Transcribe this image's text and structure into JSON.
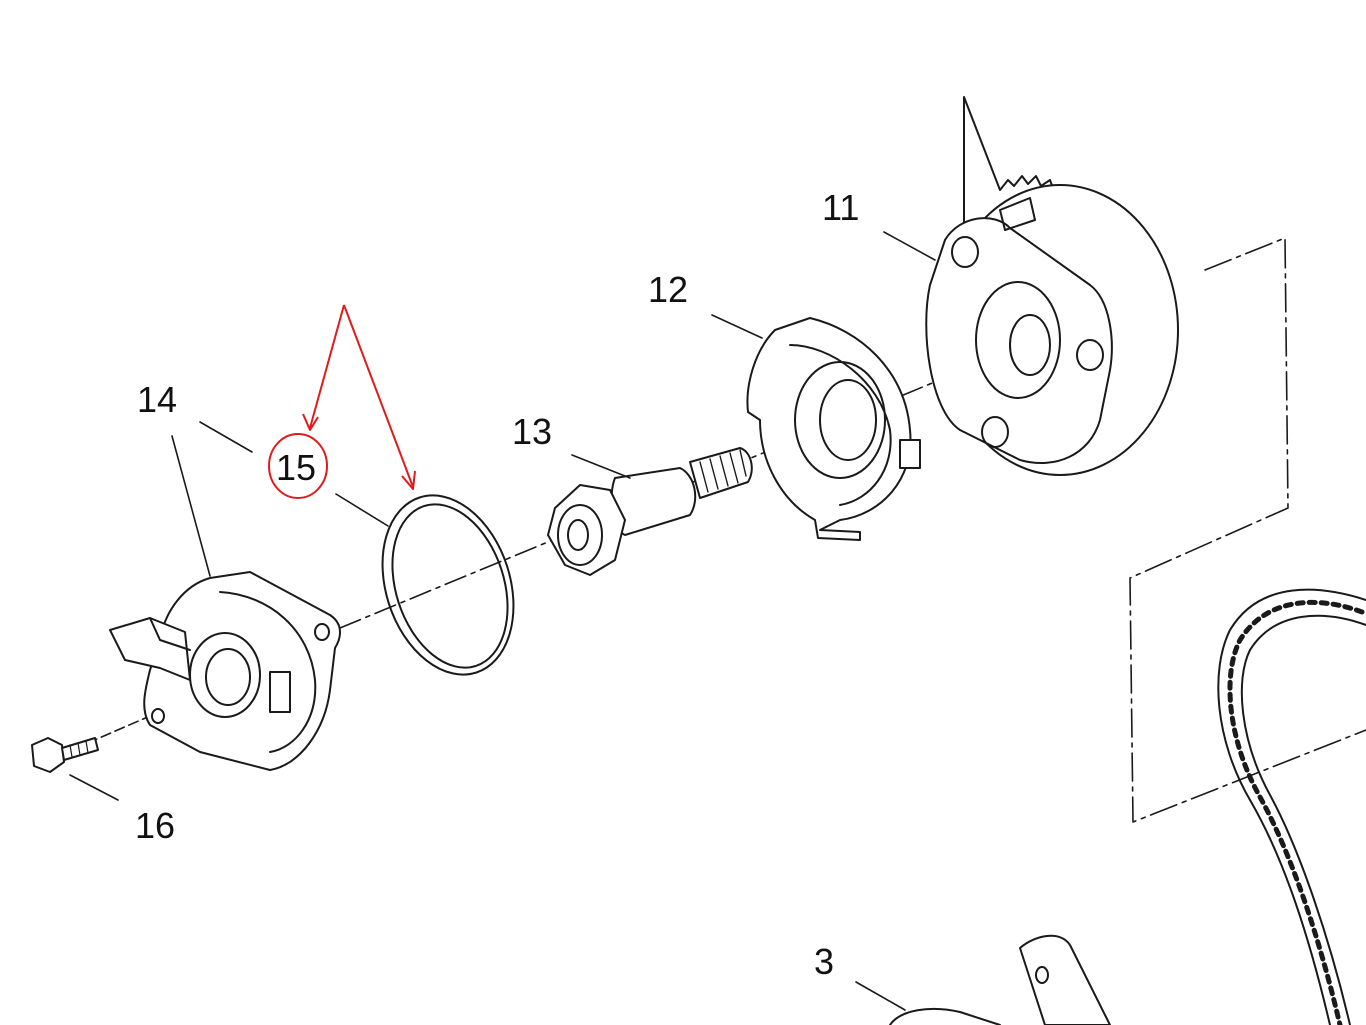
{
  "labels": {
    "part_11": "11",
    "part_12": "12",
    "part_13": "13",
    "part_14": "14",
    "part_15": "15",
    "part_16": "16",
    "part_3": "3"
  },
  "colors": {
    "line": "#1a1a1a",
    "highlight": "#e01b1b",
    "background": "#ffffff"
  }
}
